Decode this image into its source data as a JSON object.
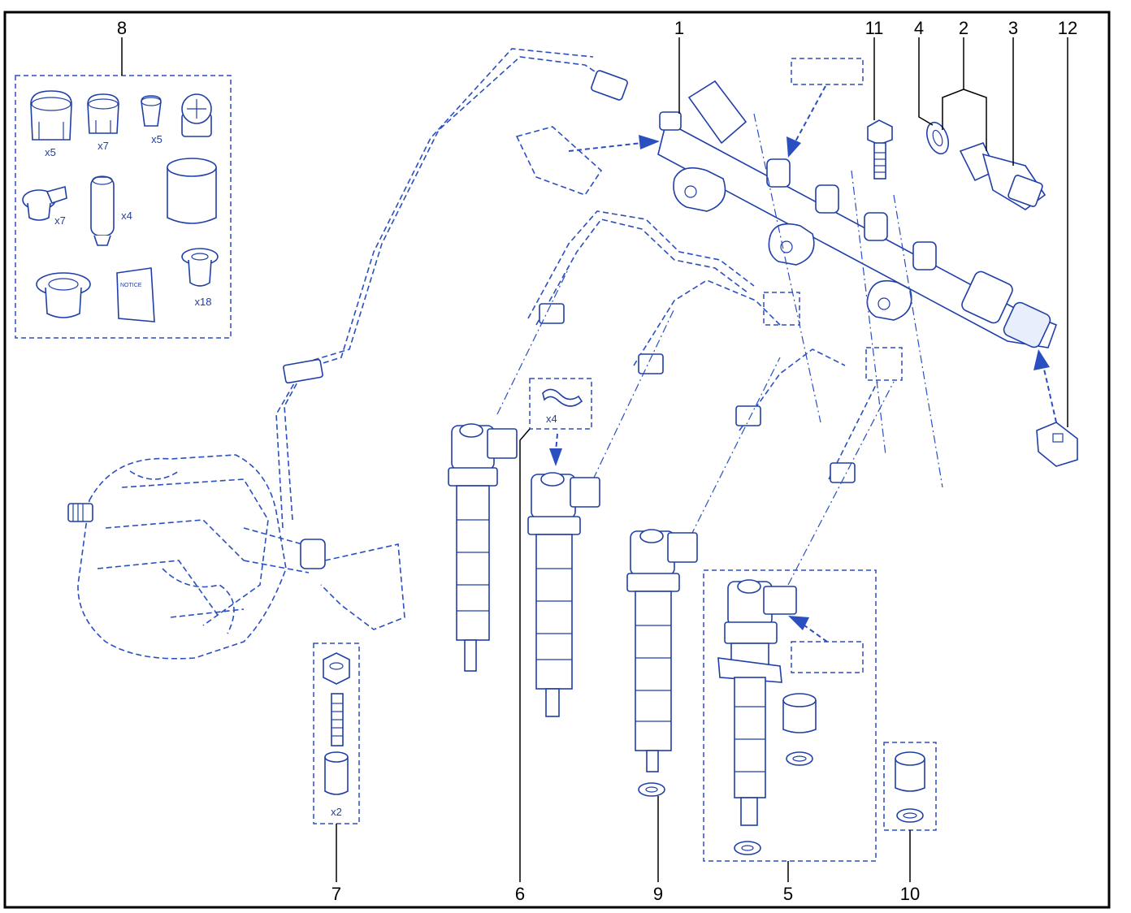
{
  "callouts": {
    "c1": "1",
    "c2": "2",
    "c3": "3",
    "c4": "4",
    "c5": "5",
    "c6": "6",
    "c7": "7",
    "c8": "8",
    "c9": "9",
    "c10": "10",
    "c11": "11",
    "c12": "12"
  },
  "quantities": {
    "q_cap_large": "x5",
    "q_cap_medium": "x7",
    "q_cap_small": "x5",
    "q_cap_tab": "x7",
    "q_sleeve": "x4",
    "q_bushing": "x18",
    "q_clip": "x4",
    "q_stud_kit": "x2"
  },
  "notice_label": "NOTICE",
  "colors": {
    "line_art": "#1f3fa8",
    "dashed": "#2a4fc0",
    "frame": "#000000",
    "background": "#ffffff"
  }
}
